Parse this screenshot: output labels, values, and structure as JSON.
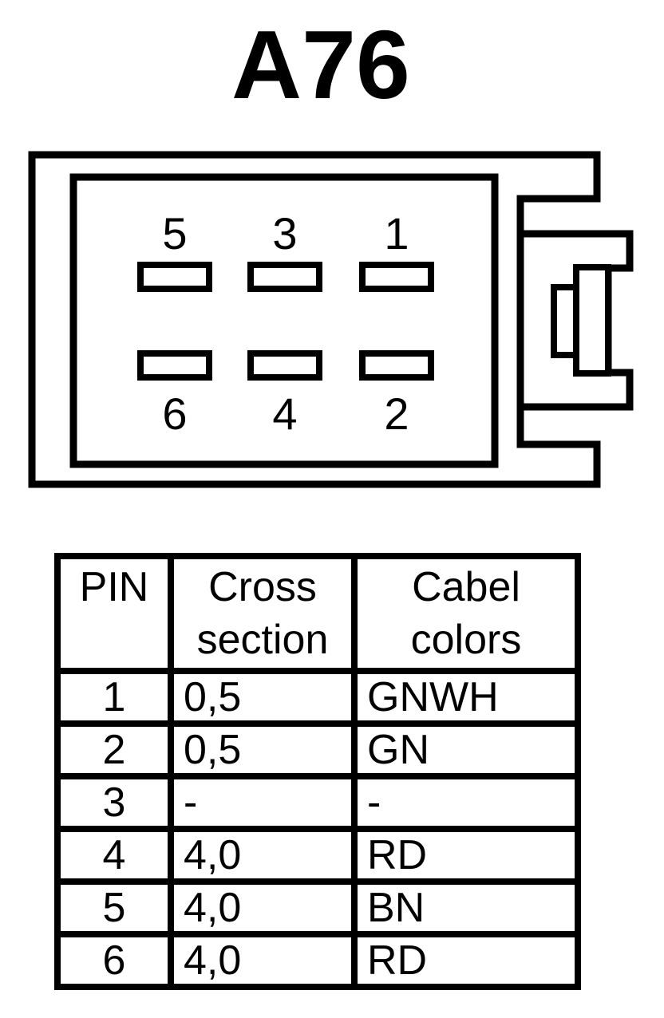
{
  "title": "A76",
  "colors": {
    "line": "#000000",
    "background": "#ffffff"
  },
  "connector": {
    "pins_top": [
      "5",
      "3",
      "1"
    ],
    "pins_bottom": [
      "6",
      "4",
      "2"
    ]
  },
  "table": {
    "headers": {
      "pin": "PIN",
      "cross_section": "Cross section",
      "cable_colors": "Cabel colors"
    },
    "rows": [
      {
        "pin": "1",
        "cross_section": "0,5",
        "cable_color": "GNWH"
      },
      {
        "pin": "2",
        "cross_section": "0,5",
        "cable_color": "GN"
      },
      {
        "pin": "3",
        "cross_section": "-",
        "cable_color": "-"
      },
      {
        "pin": "4",
        "cross_section": "4,0",
        "cable_color": "RD"
      },
      {
        "pin": "5",
        "cross_section": "4,0",
        "cable_color": "BN"
      },
      {
        "pin": "6",
        "cross_section": "4,0",
        "cable_color": "RD"
      }
    ]
  }
}
